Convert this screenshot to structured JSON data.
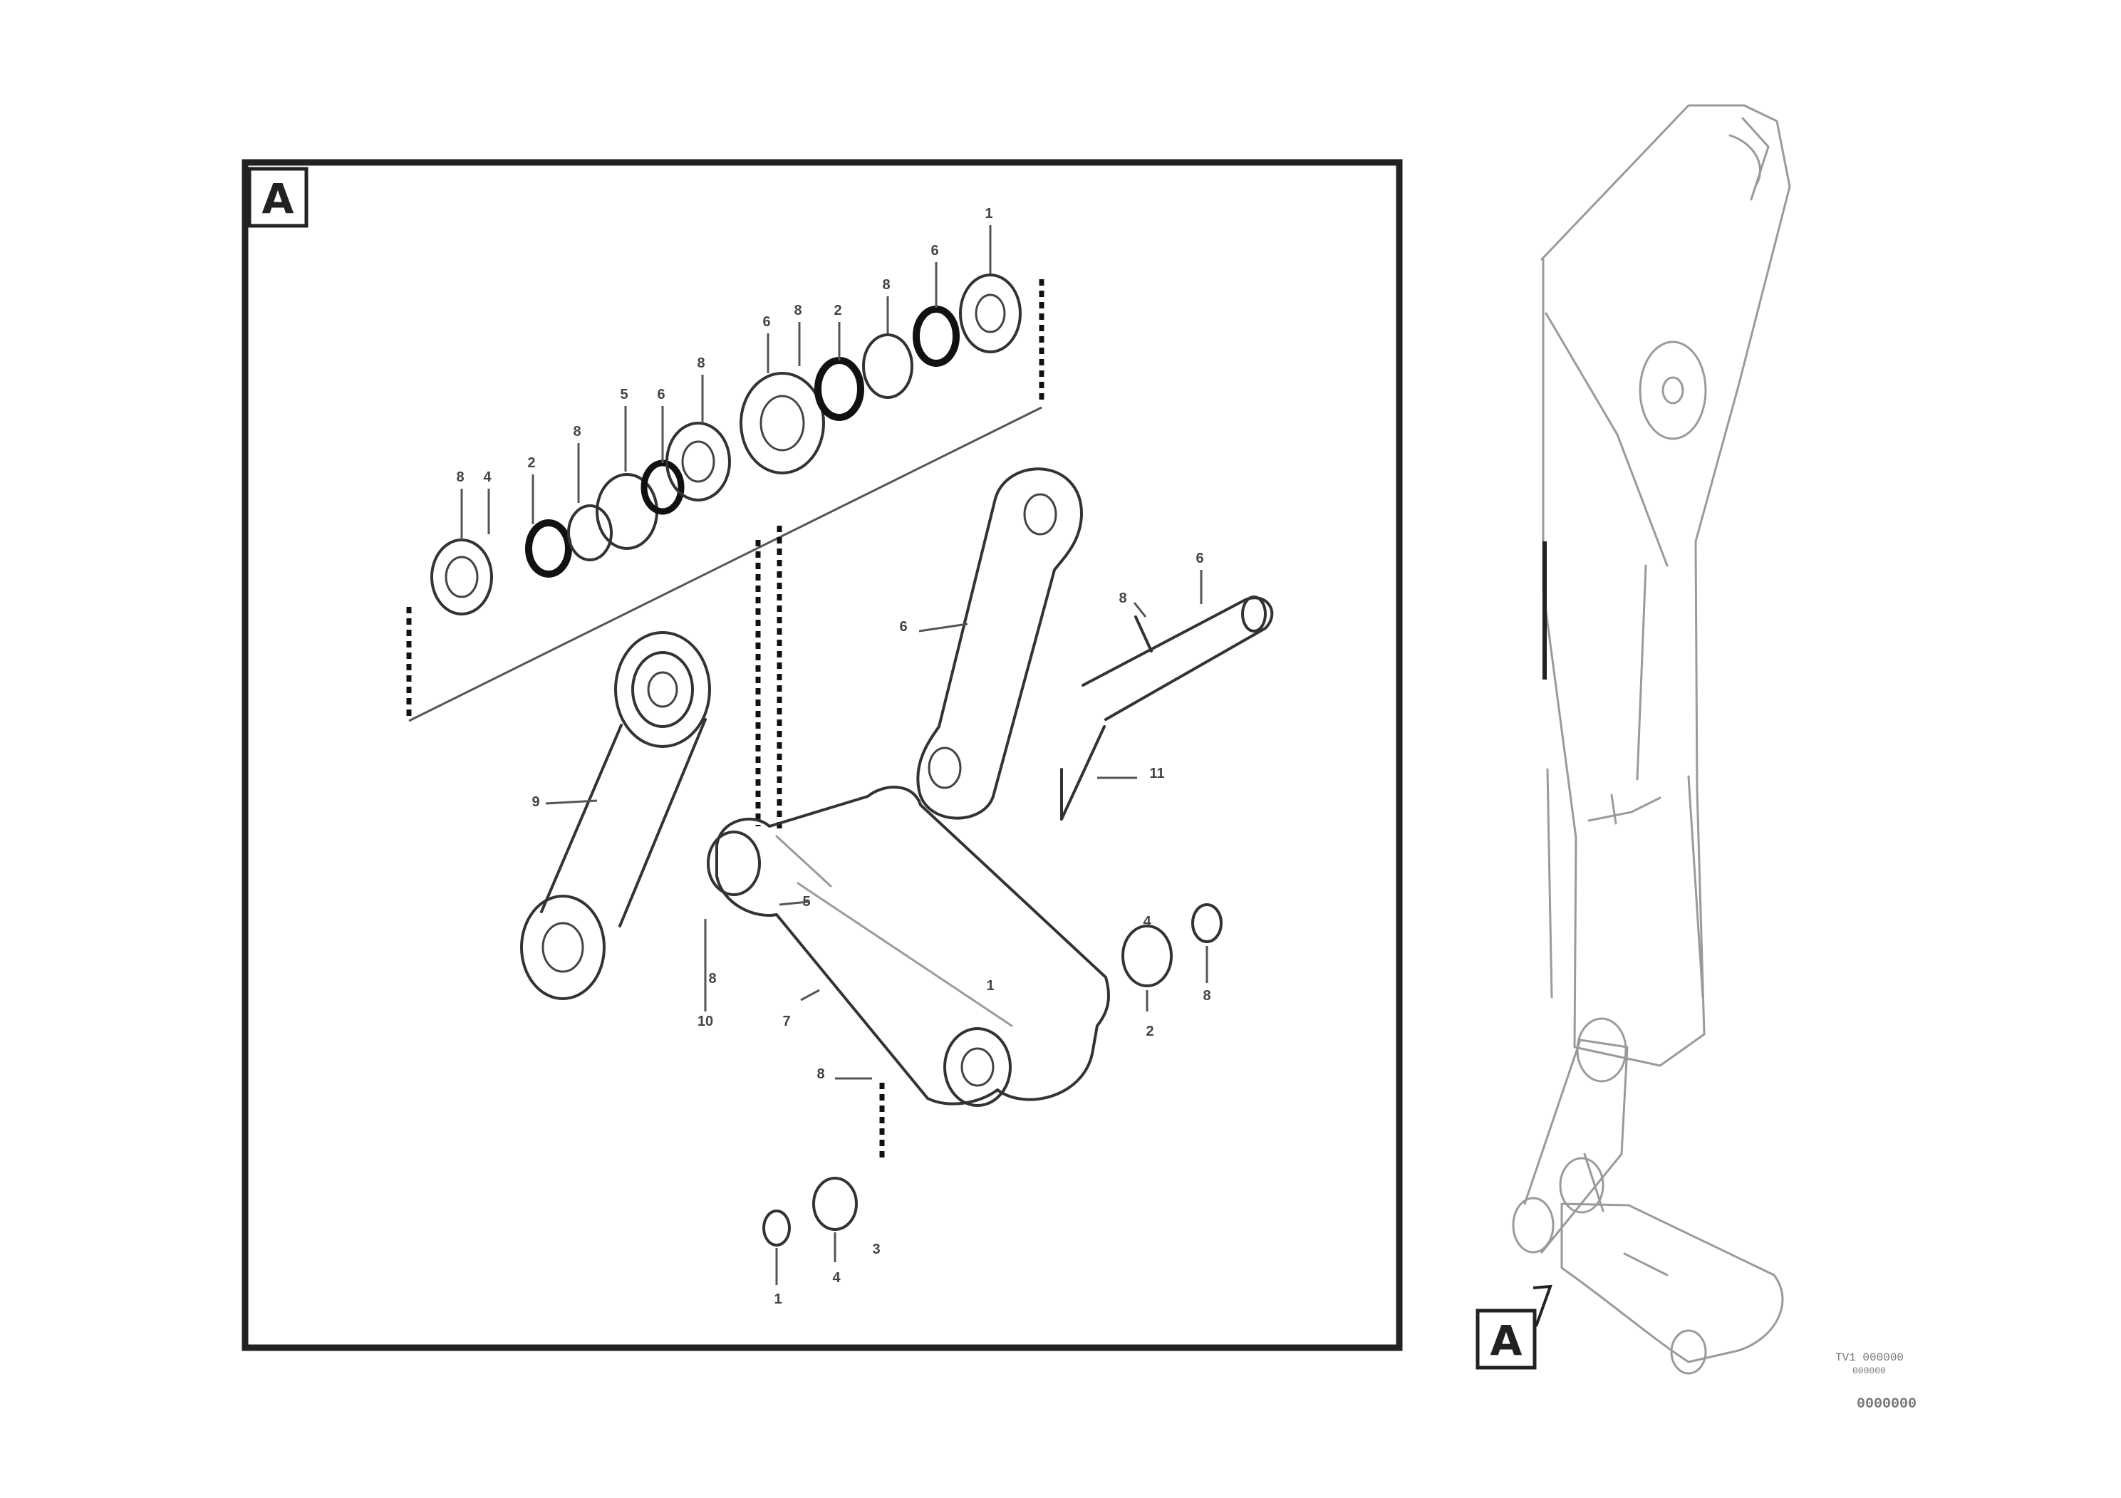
{
  "detail_view": {
    "label": "A",
    "callouts": [
      "8",
      "4",
      "2",
      "8",
      "5",
      "6",
      "8",
      "6",
      "8",
      "2",
      "8",
      "6",
      "1",
      "6",
      "6",
      "8",
      "11",
      "9",
      "5",
      "10",
      "7",
      "2",
      "8",
      "8",
      "4",
      "1",
      "8",
      "4",
      "1",
      "3"
    ]
  },
  "overview": {
    "label": "A"
  },
  "drawing_code": {
    "line1": "TV1 000000",
    "line2": "000000",
    "id": "0000000"
  }
}
